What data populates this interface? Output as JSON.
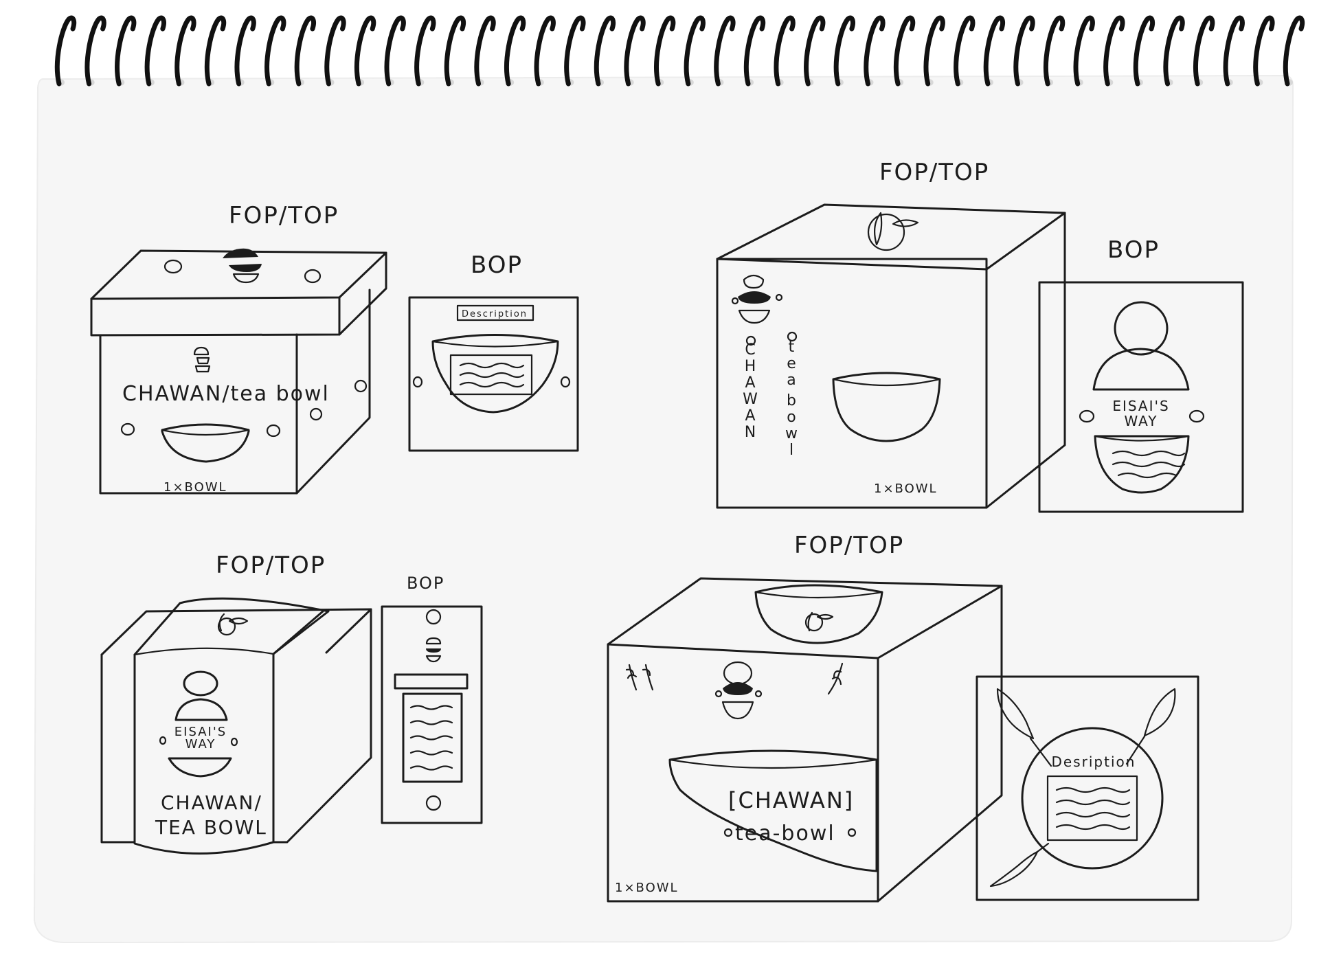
{
  "sketch1": {
    "fop_label": "FOP/TOP",
    "bop_label": "BOP",
    "front_text": "CHAWAN/tea bowl",
    "count_text": "1×BOWL",
    "bop_description": "Description"
  },
  "sketch2": {
    "fop_label": "FOP/TOP",
    "bop_label": "BOP",
    "vertical_left": "OCHAWAN",
    "vertical_right": "tea bowl",
    "count_text": "1×BOWL",
    "bop_brand_line1": "EISAI'S",
    "bop_brand_line2": "WAY"
  },
  "sketch3": {
    "fop_label": "FOP/TOP",
    "bop_label": "BOP",
    "brand_line1": "EISAI'S",
    "brand_line2": "WAY",
    "product_line1": "CHAWAN/",
    "product_line2": "TEA BOWL"
  },
  "sketch4": {
    "fop_label": "FOP/TOP",
    "product_line1": "[CHAWAN]",
    "product_line2": "tea-bowl",
    "count_text": "1×BOWL",
    "bop_description": "Desription"
  }
}
